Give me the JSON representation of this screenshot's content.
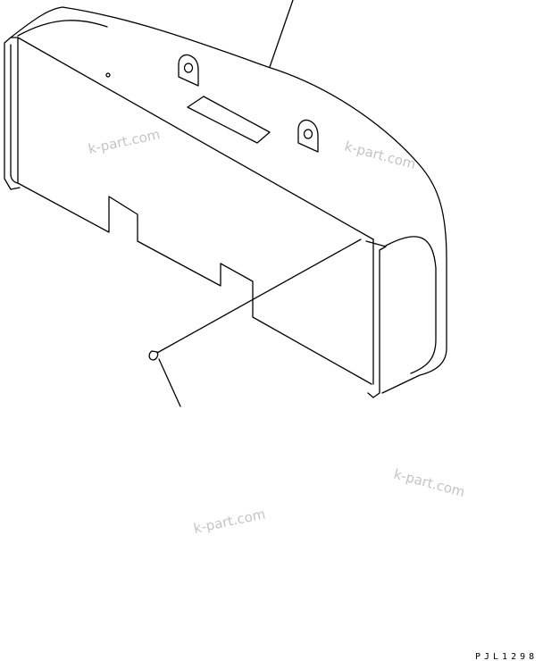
{
  "drawing": {
    "watermarks": [
      "k-part.com",
      "k-part.com",
      "k-part.com",
      "k-part.com"
    ],
    "drawing_code": "PJL1298"
  }
}
